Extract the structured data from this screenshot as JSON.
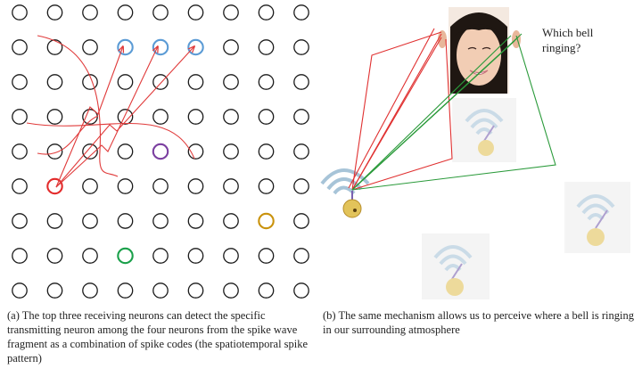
{
  "panel_a": {
    "caption": "(a) The top three receiving neurons can detect the specific transmitting neuron among the four neurons from the spike wave fragment as a combination of spike codes (the spatiotemporal spike pattern)",
    "grid": {
      "rows": 9,
      "cols": 9
    },
    "colors": {
      "default": "#1a1a1a",
      "receiver": "#5b9bd5",
      "transmitter": "#e32b2b",
      "purple": "#7b3fa0",
      "gold": "#c9920c",
      "green": "#1aa04a",
      "arrow": "#e03a3a"
    },
    "special_neurons": [
      {
        "row": 1,
        "col": 3,
        "role": "receiver"
      },
      {
        "row": 1,
        "col": 4,
        "role": "receiver"
      },
      {
        "row": 1,
        "col": 5,
        "role": "receiver"
      },
      {
        "row": 5,
        "col": 1,
        "role": "transmitter"
      },
      {
        "row": 4,
        "col": 4,
        "role": "purple"
      },
      {
        "row": 6,
        "col": 7,
        "role": "gold"
      },
      {
        "row": 7,
        "col": 3,
        "role": "green"
      }
    ]
  },
  "panel_b": {
    "caption": "(b) The same mechanism allows us to perceive where a bell is ringing in our surrounding atmosphere",
    "question": "Which bell ringing?",
    "colors": {
      "red": "#e03030",
      "green": "#2a9a3a",
      "wave": "#a7c4d8",
      "bell": "#e2c35a"
    }
  }
}
